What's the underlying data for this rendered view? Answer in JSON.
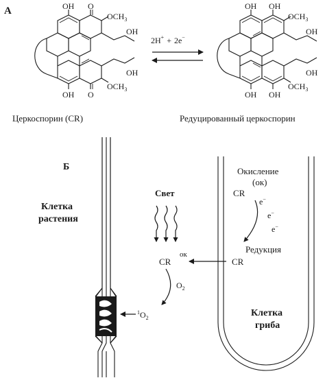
{
  "panel_a": {
    "label": "А",
    "left_molecule": {
      "caption": "Церкоспорин (CR)",
      "atoms": {
        "oh": "OH",
        "o": "O",
        "och3": "OCH",
        "sub3": "3"
      }
    },
    "right_molecule": {
      "caption": "Редуцированный церкоспорин",
      "atoms": {
        "oh": "OH",
        "och3": "OCH",
        "sub3": "3"
      }
    },
    "equilibrium": {
      "h": "2H",
      "h_charge": "+",
      "plus": "+",
      "e": "2e",
      "e_charge": "−"
    }
  },
  "panel_b": {
    "label": "Б",
    "plant_cell": {
      "line1": "Клетка",
      "line2": "растения"
    },
    "fungal_cell": {
      "line1": "Клетка",
      "line2": "гриба"
    },
    "light": "Свет",
    "oxidation": {
      "line1": "Окисление",
      "line2": "(ок)"
    },
    "cr_top": "CR",
    "electron": "e",
    "electron_charge": "−",
    "reduction": "Редукция",
    "cr_reduced": "CR",
    "cr_ok": "CR",
    "ok_superscript": "ок",
    "o2_label": "O",
    "o2_sub": "2",
    "singlet_oxygen": {
      "prefix": "1",
      "text": "O",
      "sub": "2"
    }
  }
}
